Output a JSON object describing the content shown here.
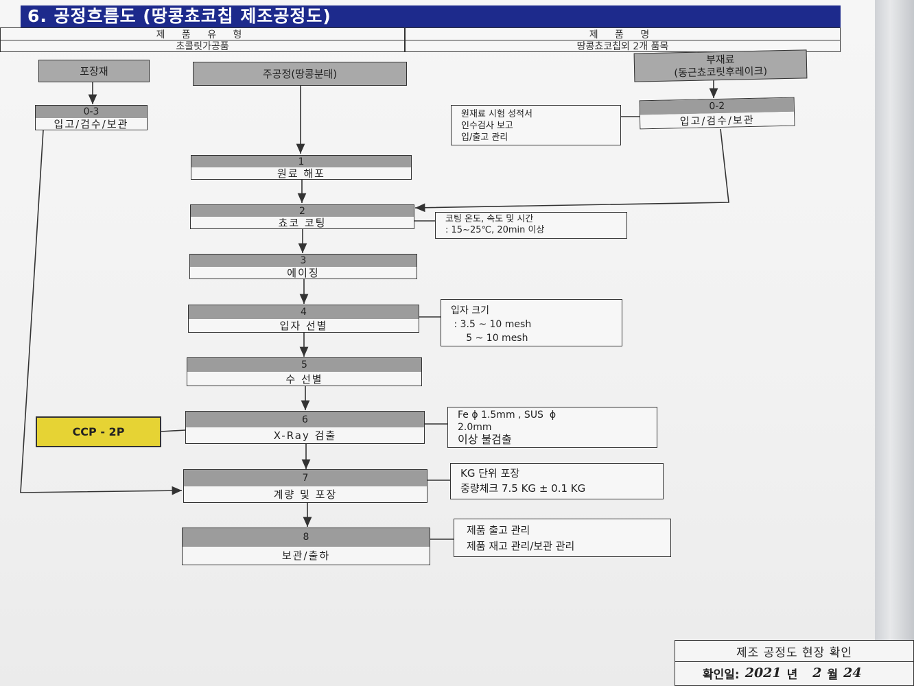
{
  "title": "6. 공정흐름도 (땅콩쵸코칩 제조공정도)",
  "header": {
    "product_type_label": "제 품 유 형",
    "product_type_value": "초콜릿가공품",
    "product_name_label": "제 품 명",
    "product_name_value": "땅콩쵸코칩외 2개 품목"
  },
  "inputs": {
    "packaging": "포장재",
    "main_process": "주공정(땅콩분태)",
    "sub_material_line1": "부재료",
    "sub_material_line2": "(동근쵸코릿후레이크)",
    "packaging_receipt_num": "0-3",
    "packaging_receipt_label": "입고/검수/보관",
    "sub_receipt_num": "0-2",
    "sub_receipt_label": "입고/검수/보관"
  },
  "receipt_note": [
    "원재료 시험 성적서",
    "인수검사 보고",
    "입/출고 관리"
  ],
  "steps": [
    {
      "num": "1",
      "label": "원료 해포"
    },
    {
      "num": "2",
      "label": "쵸코 코팅"
    },
    {
      "num": "3",
      "label": "에이징"
    },
    {
      "num": "4",
      "label": "입자 선별"
    },
    {
      "num": "5",
      "label": "수 선별"
    },
    {
      "num": "6",
      "label": "X-Ray 검출"
    },
    {
      "num": "7",
      "label": "계량 및 포장"
    },
    {
      "num": "8",
      "label": "보관/출하"
    }
  ],
  "notes": {
    "coating": [
      "코팅 온도, 속도 및 시간",
      ": 15~25℃, 20min 이상"
    ],
    "particle": [
      "입자 크기",
      " : 3.5 ~ 10 mesh",
      "     5 ~ 10 mesh"
    ],
    "xray": [
      "Fe ɸ 1.5mm , SUS  ɸ",
      "2.0mm",
      "이상 불검출"
    ],
    "packing": [
      "KG 단위 포장",
      "중량체크 7.5 KG ± 0.1 KG"
    ],
    "storage": [
      "제품 출고 관리",
      "제품 재고 관리/보관 관리"
    ]
  },
  "ccp_label": "CCP - 2P",
  "confirmation": {
    "title": "제조 공정도 현장 확인",
    "date_label": "확인일:",
    "year": "2021",
    "year_unit": "년",
    "month": "2",
    "month_unit": "월",
    "day": "24"
  },
  "colors": {
    "title_bar": "#1d2a8c",
    "box_gray": "#a9a9a9",
    "ccp_yellow": "#e6d334"
  }
}
